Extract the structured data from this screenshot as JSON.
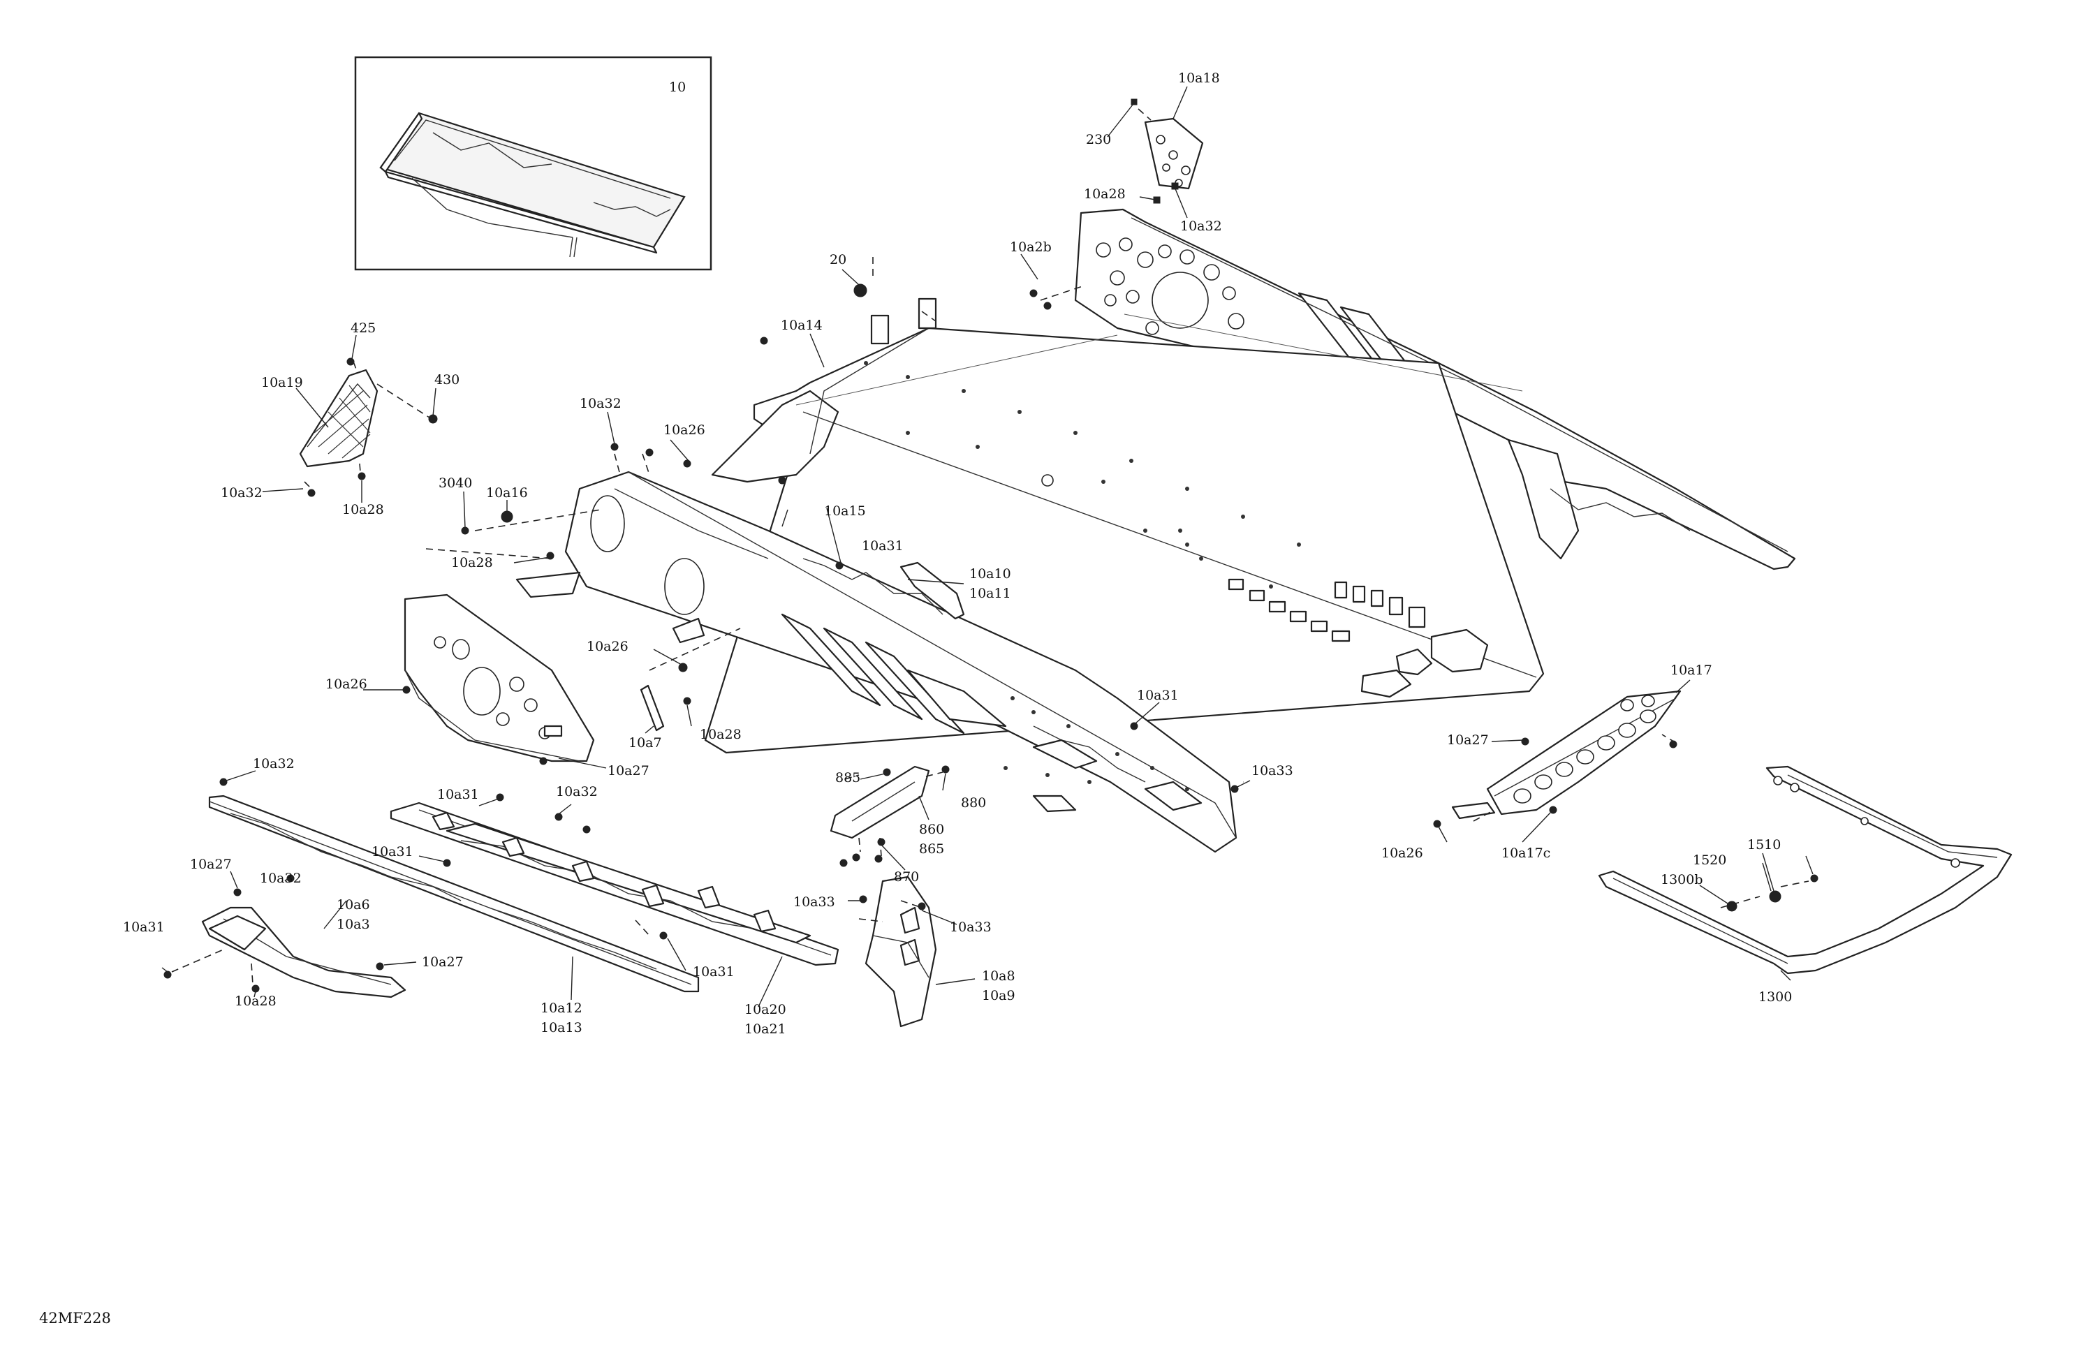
{
  "figure_code": "42MF228",
  "inset_label": "10",
  "callouts": {
    "c10a18": "10a18",
    "c230": "230",
    "c10a28_top": "10a28",
    "c10a32_top": "10a32",
    "c10a2b": "10a2b",
    "c20": "20",
    "c10a14": "10a14",
    "c425": "425",
    "c10a19": "10a19",
    "c430": "430",
    "c10a32_left": "10a32",
    "c10a28_left": "10a28",
    "c10a32_mid": "10a32",
    "c10a26_mid": "10a26",
    "c3040": "3040",
    "c10a16": "10a16",
    "c10a15": "10a15",
    "c10a28_mid": "10a28",
    "c10a31_mid": "10a31",
    "c10a10": "10a10",
    "c10a11": "10a11",
    "c10a26_plate": "10a26",
    "c10a26_left": "10a26",
    "c10a7": "10a7",
    "c10a28_low": "10a28",
    "c10a27_plate": "10a27",
    "c10a31_right": "10a31",
    "c10a33_right": "10a33",
    "c10a17": "10a17",
    "c10a27_right": "10a27",
    "c10a26_right": "10a26",
    "c10a17c": "10a17c",
    "c10a32_lower": "10a32",
    "c10a31_r1": "10a31",
    "c10a32_r2": "10a32",
    "c10a31_r3": "10a31",
    "c885": "885",
    "c880": "880",
    "c860": "860",
    "c865": "865",
    "c870": "870",
    "c10a27_br": "10a27",
    "c10a32_br": "10a32",
    "c10a6": "10a6",
    "c10a3": "10a3",
    "c10a31_br": "10a31",
    "c10a27_br2": "10a27",
    "c10a28_br": "10a28",
    "c10a33_a": "10a33",
    "c10a33_b": "10a33",
    "c10a31_rail": "10a31",
    "c10a8": "10a8",
    "c10a9": "10a9",
    "c10a12": "10a12",
    "c10a13": "10a13",
    "c10a20": "10a20",
    "c10a21": "10a21",
    "c1510": "1510",
    "c1520": "1520",
    "c1300b": "1300b",
    "c1300": "1300"
  }
}
